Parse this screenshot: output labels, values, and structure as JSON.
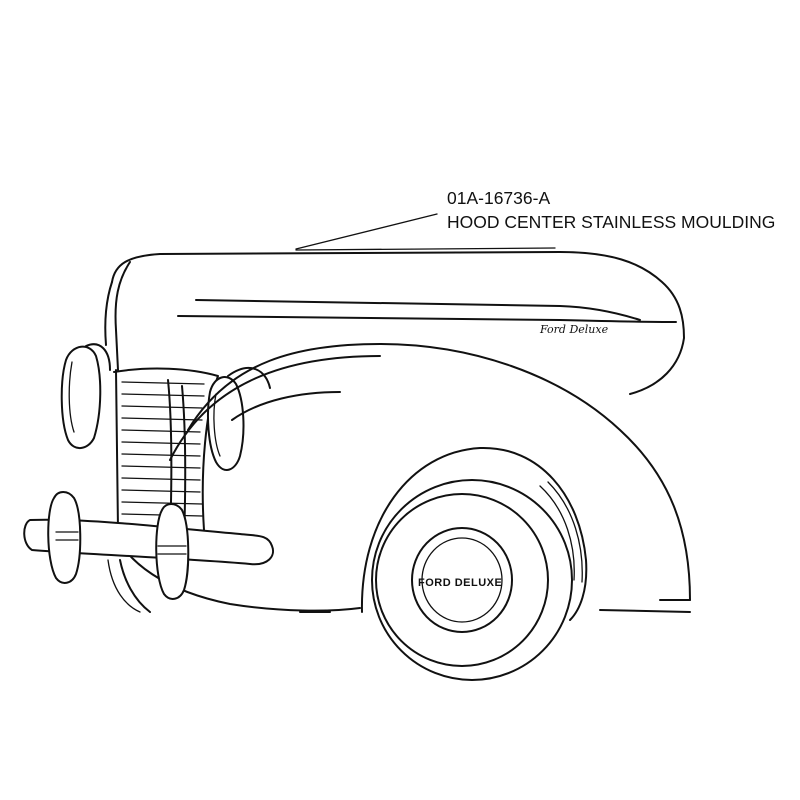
{
  "callout": {
    "part_number": "01A-16736-A",
    "part_name": "HOOD CENTER STAINLESS MOULDING"
  },
  "car": {
    "hood_script": "Ford Deluxe",
    "hubcap_text": "FORD DELUXE"
  }
}
